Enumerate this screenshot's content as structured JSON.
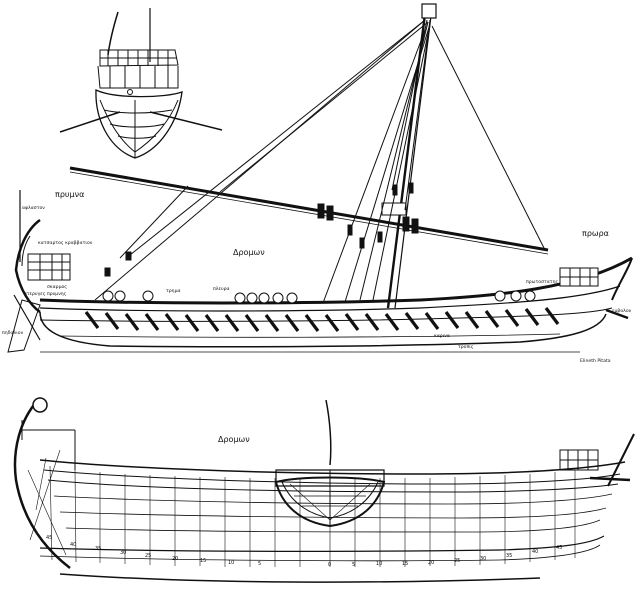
{
  "labels": {
    "top_title": "Δρομων",
    "bottom_title": "Δρομων",
    "stern_word": "πρυμνα",
    "bow_word": "πρωρα",
    "aplustre": "αφλαστον",
    "cabin": "κατσαρτος κραββατιον",
    "stern_left": "σκαρμος",
    "stern_lower": "πτερυγες πρυμνης",
    "rowing_port": "τρημα",
    "middle_deck": "πλευρα",
    "mid_right": "πρωτοστατης",
    "keel": "καρινα",
    "bottom_keel": "τροπις",
    "rudder": "πηδαλιον",
    "ram": "εμβολον",
    "signature": "Elineth Pitata"
  },
  "stations": {
    "aft": [
      "45",
      "40",
      "35",
      "30",
      "25",
      "20",
      "15",
      "10",
      "5"
    ],
    "mid": [
      "0"
    ],
    "fore": [
      "5",
      "10",
      "15",
      "20",
      "25",
      "30",
      "35",
      "40",
      "45"
    ]
  },
  "colors": {
    "ink": "#111111",
    "paper": "#ffffff"
  }
}
